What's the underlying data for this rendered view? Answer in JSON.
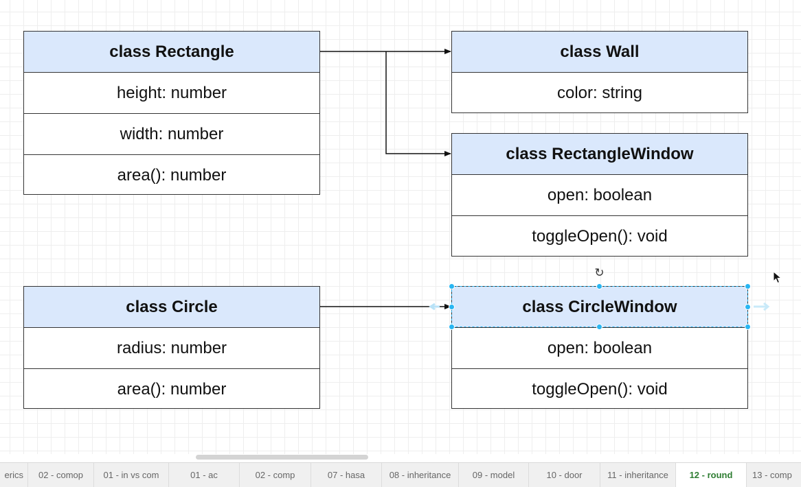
{
  "diagram": {
    "classes": {
      "rectangle": {
        "title": "class Rectangle",
        "rows": [
          "height: number",
          "width: number",
          "area(): number"
        ]
      },
      "wall": {
        "title": "class Wall",
        "rows": [
          "color: string"
        ]
      },
      "rectangle_window": {
        "title": "class RectangleWindow",
        "rows": [
          "open: boolean",
          "toggleOpen(): void"
        ]
      },
      "circle": {
        "title": "class Circle",
        "rows": [
          "radius: number",
          "area(): number"
        ]
      },
      "circle_window": {
        "title": "class CircleWindow",
        "rows": [
          "open: boolean",
          "toggleOpen(): void"
        ]
      }
    },
    "connections": [
      {
        "from": "class Rectangle",
        "to": "class Wall"
      },
      {
        "from": "class Rectangle",
        "to": "class RectangleWindow"
      },
      {
        "from": "class Circle",
        "to": "class CircleWindow"
      }
    ],
    "selected": "class CircleWindow"
  },
  "page_tabs": [
    "erics",
    "02 - comop",
    "01 - in vs com",
    "01 - ac",
    "02 - comp",
    "07 - hasa",
    "08 - inheritance",
    "09 - model",
    "10 - door",
    "11 - inheritance",
    "12 - round",
    "13 - comp"
  ],
  "active_tab": "12 - round",
  "icons": {
    "rotate": "rotate-icon",
    "cursor": "mouse-pointer-icon"
  },
  "colors": {
    "header_fill": "#dae8fc",
    "border": "#333333",
    "selection": "#29b6f2",
    "active_tab_text": "#2e7d32"
  }
}
